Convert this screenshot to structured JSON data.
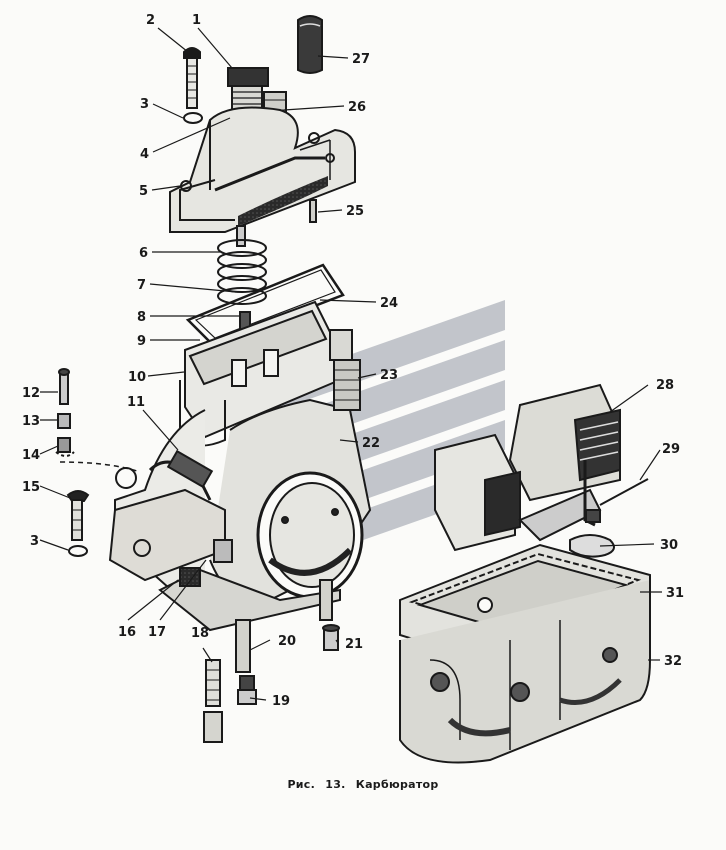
{
  "figure": {
    "caption_prefix": "Рис.",
    "caption_number": "13.",
    "caption_title": "Карбюратор"
  },
  "callouts": [
    "1",
    "2",
    "3",
    "4",
    "5",
    "6",
    "7",
    "8",
    "9",
    "10",
    "11",
    "12",
    "13",
    "14",
    "15",
    "3",
    "16",
    "17",
    "18",
    "19",
    "20",
    "21",
    "22",
    "23",
    "24",
    "25",
    "26",
    "27",
    "28",
    "29",
    "30",
    "31",
    "32"
  ],
  "colors": {
    "ink": "#1a1a1a",
    "watermark": "#b0b4bc",
    "paper": "#fbfbf9"
  }
}
